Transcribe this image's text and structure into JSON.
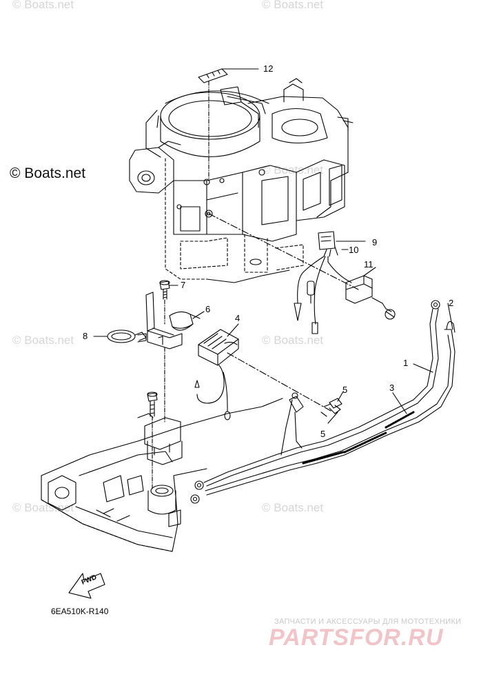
{
  "watermarks": {
    "text": "© Boats.net",
    "main": "© Boats.net"
  },
  "callouts": {
    "c1": "1",
    "c2": "2",
    "c3": "3",
    "c4": "4",
    "c5a": "5",
    "c5b": "5",
    "c6": "6",
    "c7": "7",
    "c8": "8",
    "c9": "9",
    "c10": "10",
    "c11": "11",
    "c12": "12"
  },
  "fwd_arrow": {
    "label": "FWD"
  },
  "diagram_code": "6EA510K-R140",
  "brand": {
    "tagline": "ЗАПЧАСТИ И АКСЕССУАРЫ ДЛЯ МОТОТЕХНИКИ",
    "name": "PARTSFOR.RU"
  },
  "colors": {
    "line": "#000000",
    "watermark": "#d6d6d6",
    "brand": "#f2c4c8"
  }
}
